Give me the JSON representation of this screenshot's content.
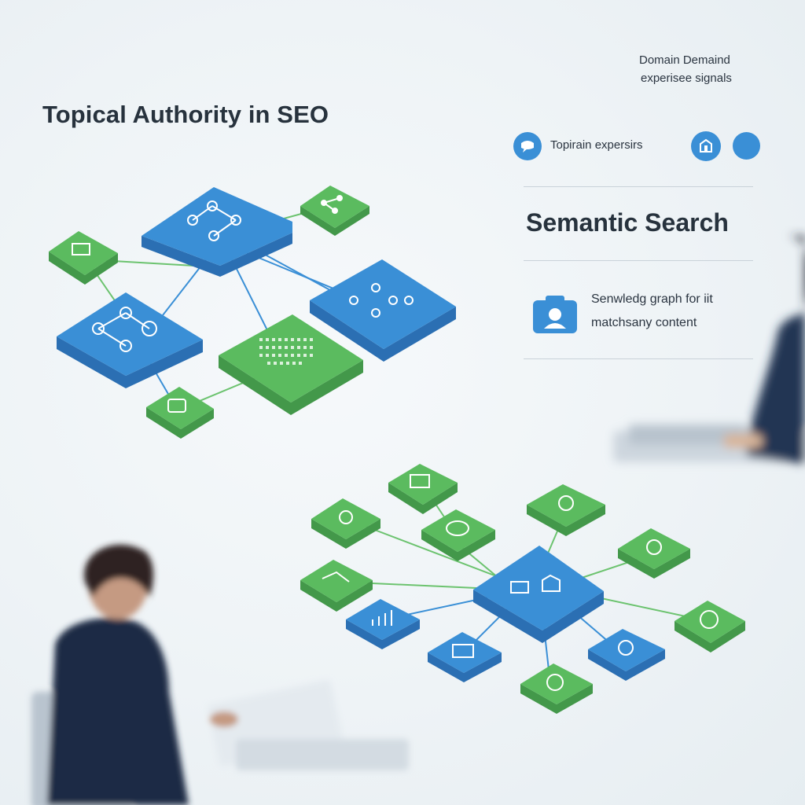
{
  "header": {
    "title": "Topical Authority in SEO",
    "domain_line1": "Domain Demaind",
    "domain_line2": "experisee signals"
  },
  "panel": {
    "topic_row_label": "Topirain expersirs",
    "semantic_title": "Semantic Search",
    "graph_line1": "Senwledg graph  for iit",
    "graph_line2": "matchsany content"
  },
  "colors": {
    "blue": "#3a8fd6",
    "green": "#5bbb5f",
    "text": "#27323d"
  },
  "icons": {
    "topic": "speech-bubble-icon",
    "building": "building-icon",
    "circle": "dot-icon",
    "profile": "profile-card-icon"
  }
}
